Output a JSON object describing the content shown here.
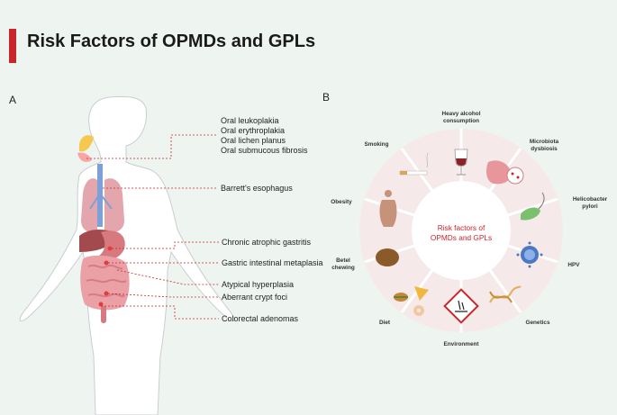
{
  "title": "Risk Factors of OPMDs and GPLs",
  "panels": {
    "a": "A",
    "b": "B"
  },
  "anatomy_labels": [
    "Oral leukoplakia",
    "Oral erythroplakia",
    "Oral lichen planus",
    "Oral submucous fibrosis",
    "Barrett's esophagus",
    "Chronic atrophic gastritis",
    "Gastric intestinal metaplasia",
    "Atypical hyperplasia",
    "Aberrant crypt foci",
    "Colorectal adenomas"
  ],
  "wheel": {
    "center_line1": "Risk factors of",
    "center_line2": "OPMDs and GPLs",
    "factors": {
      "alcohol_1": "Heavy alcohol",
      "alcohol_2": "consumption",
      "microbiota_1": "Microbiota",
      "microbiota_2": "dysbiosis",
      "helico_1": "Helicobacter",
      "helico_2": "pylori",
      "hpv": "HPV",
      "genetics": "Genetics",
      "environment": "Environment",
      "diet": "Diet",
      "betel_1": "Betel",
      "betel_2": "chewing",
      "obesity": "Obesity",
      "smoking": "Smoking"
    }
  },
  "colors": {
    "accent": "#c8262b",
    "background": "#eef5f1",
    "ring": "#f5e9e9",
    "body": "#ffffff"
  },
  "icons": [
    "wine-glass-icon",
    "gut-bacteria-icon",
    "helicobacter-icon",
    "virus-icon",
    "dna-icon",
    "environment-hazard-icon",
    "food-icon",
    "betel-nut-icon",
    "obese-person-icon",
    "cigarette-icon"
  ]
}
